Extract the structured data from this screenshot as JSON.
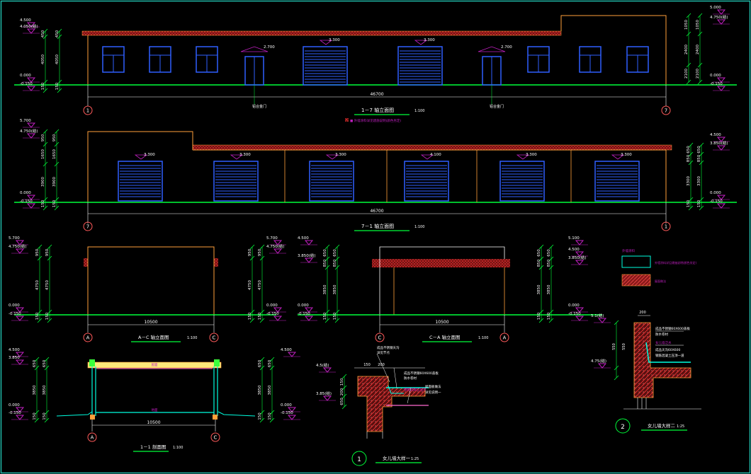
{
  "colors": {
    "background": "#000000",
    "frame": "#1fb9a8",
    "wall": "#ffffff",
    "outline": "#ff9f3a",
    "roof_hatch": "#c21f1f",
    "window": "#2f5fff",
    "ground": "#00ff3a",
    "dim_text": "#ffffff",
    "level_mark": "#c020c0",
    "dim_lines": "#00ff3a",
    "axis_bubble": "#ff5a5a",
    "title_line": "#00ff3a"
  },
  "elev1": {
    "title": "1－7 轴立面图",
    "scale": "1:100",
    "total_dim": "46700",
    "axis_left": "1",
    "axis_right": "7",
    "door_labels": [
      "2.700",
      "2.700"
    ],
    "shutter_labels": [
      "3.300",
      "3.300"
    ],
    "door_notes": [
      "铝合金门",
      "铝合金门"
    ],
    "legend_note": "■ 外墙涂料详见建施说明(颜色另定)",
    "left_levels": [
      "4.500",
      "4.050(结)",
      "0.000",
      "-0.150"
    ],
    "right_levels": [
      "5.000",
      "4.750(结)",
      "0.000",
      "-0.150"
    ],
    "left_dims": [
      "450",
      "4050",
      "150"
    ],
    "right_dims": [
      "1050",
      "2400",
      "2100"
    ]
  },
  "elev2": {
    "title": "7－1 轴立面图",
    "scale": "1:100",
    "total_dim": "46700",
    "axis_left": "7",
    "axis_right": "1",
    "shutter_labels": [
      "3.300",
      "3.300",
      "3.300",
      "4.100",
      "3.300",
      "3.300"
    ],
    "left_levels": [
      "5.700",
      "4.750(结)",
      "0.000",
      "-0.150"
    ],
    "right_levels": [
      "4.500",
      "3.850(结)",
      "0.000",
      "-0.150"
    ],
    "left_dims": [
      "950",
      "1650",
      "3900",
      "150"
    ],
    "right_dims": [
      "650",
      "850",
      "3300",
      "150"
    ]
  },
  "elev3": {
    "title": "A－C 轴立面图",
    "scale": "1:100",
    "width_dim": "10500",
    "axis_left": "A",
    "axis_right": "C",
    "left_levels": [
      "5.700",
      "4.750(结)",
      "0.000",
      "-0.150"
    ],
    "right_levels": [
      "5.700",
      "4.750(结)",
      "0.000",
      "-0.150"
    ],
    "left_dims": [
      "950",
      "4750",
      "150"
    ],
    "right_dims": [
      "950",
      "4750",
      "150"
    ]
  },
  "elev4": {
    "title": "C－A 轴立面图",
    "scale": "1:100",
    "width_dim": "10500",
    "axis_left": "C",
    "axis_right": "A",
    "left_levels": [
      "4.500",
      "3.850(结)",
      "0.000",
      "-0.150"
    ],
    "right_levels": [
      "5.100",
      "4.500",
      "3.850(结)",
      "0.000",
      "-0.150"
    ],
    "left_dims": [
      "650",
      "850",
      "3850",
      "150"
    ],
    "right_dims": [
      "650",
      "850",
      "3850",
      "150"
    ]
  },
  "legend": {
    "box1_title": "外墙涂料",
    "box1_text": "外墙涂料详见建施说明(颜色另定)",
    "box2_text": "屋面做法"
  },
  "section": {
    "title": "1－1 剖面图",
    "scale": "1:100",
    "width_dim": "10500",
    "axis_left": "A",
    "axis_right": "C",
    "roof_label": "屋面",
    "floor_label": "地面",
    "left_levels": [
      "4.500",
      "3.850",
      "0.000",
      "-0.150"
    ],
    "right_levels": [
      "4.500",
      "0.000",
      "-0.150"
    ],
    "left_dims": [
      "650",
      "3850",
      "150"
    ],
    "right_dims": [
      "650",
      "3850",
      "150"
    ]
  },
  "detail1": {
    "number": "1",
    "title": "女儿墙大样一",
    "scale": "1:25",
    "levels": [
      "4.5(结)",
      "3.85(结)"
    ],
    "dims": [
      "150",
      "200",
      "650",
      "250",
      "150"
    ],
    "notes": [
      "成品不锈钢天沟",
      "详见节点",
      "成品不锈钢60X600盖板",
      "防水卷材",
      "钢筋混凝土压顶",
      "屋面板做法",
      "详见说明一"
    ]
  },
  "detail2": {
    "number": "2",
    "title": "女儿墙大样二",
    "scale": "1:25",
    "levels": [
      "5.1(结)",
      "4.75(结)"
    ],
    "dims": [
      "200",
      "550",
      "550"
    ],
    "notes": [
      "成品不锈钢60X600盖板",
      "防水卷材",
      "女儿墙泛水",
      "成品天沟60X600",
      "钢筋混凝土压顶一道"
    ]
  }
}
